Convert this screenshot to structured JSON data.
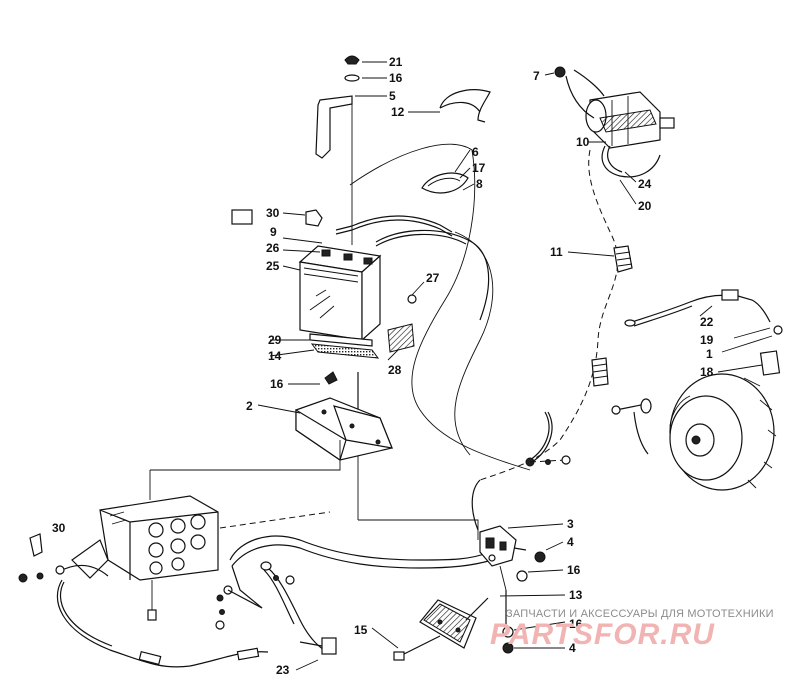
{
  "diagram": {
    "labels": {
      "p1": "1",
      "p2": "2",
      "p3": "3",
      "p4a": "4",
      "p4b": "4",
      "p5": "5",
      "p6": "6",
      "p7": "7",
      "p8": "8",
      "p9": "9",
      "p10": "10",
      "p11": "11",
      "p12": "12",
      "p13": "13",
      "p14": "14",
      "p15": "15",
      "p16a": "16",
      "p16b": "16",
      "p16c": "16",
      "p16d": "16",
      "p17": "17",
      "p18": "18",
      "p19": "19",
      "p20": "20",
      "p21": "21",
      "p22": "22",
      "p23": "23",
      "p24": "24",
      "p25": "25",
      "p26": "26",
      "p27": "27",
      "p28": "28",
      "p29": "29",
      "p30a": "30",
      "p30b": "30"
    }
  },
  "watermark": {
    "subtitle": "ЗАПЧАСТИ И АКСЕССУАРЫ ДЛЯ МОТОТЕХНИКИ",
    "brand": "PARTSFOR.RU"
  }
}
